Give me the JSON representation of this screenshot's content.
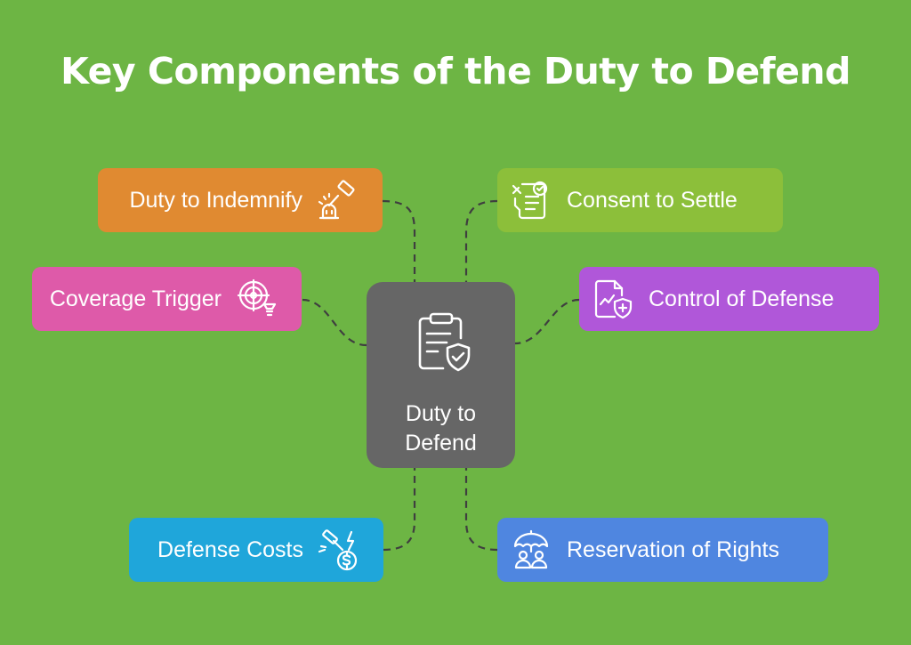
{
  "title": "Key Components of the Duty to Defend",
  "center": {
    "label_lines": [
      "Duty to",
      "Defend"
    ],
    "icon": "clipboard-shield-icon",
    "color": "#666666"
  },
  "nodes": [
    {
      "id": "duty-to-indemnify",
      "label": "Duty to Indemnify",
      "icon": "gavel-icon",
      "color": "#e08a31"
    },
    {
      "id": "coverage-trigger",
      "label": "Coverage Trigger",
      "icon": "radar-target-icon",
      "color": "#de5aa9"
    },
    {
      "id": "defense-costs",
      "label": "Defense Costs",
      "icon": "legal-fees-icon",
      "color": "#1fa6da"
    },
    {
      "id": "consent-to-settle",
      "label": "Consent to Settle",
      "icon": "approved-document-icon",
      "color": "#8cbf3a"
    },
    {
      "id": "control-of-defense",
      "label": "Control of Defense",
      "icon": "shield-document-icon",
      "color": "#b057d9"
    },
    {
      "id": "reservation-of-rights",
      "label": "Reservation of Rights",
      "icon": "umbrella-people-icon",
      "color": "#4f86e0"
    }
  ],
  "connector_color": "#3f3f3f",
  "background_color": "#6db544"
}
